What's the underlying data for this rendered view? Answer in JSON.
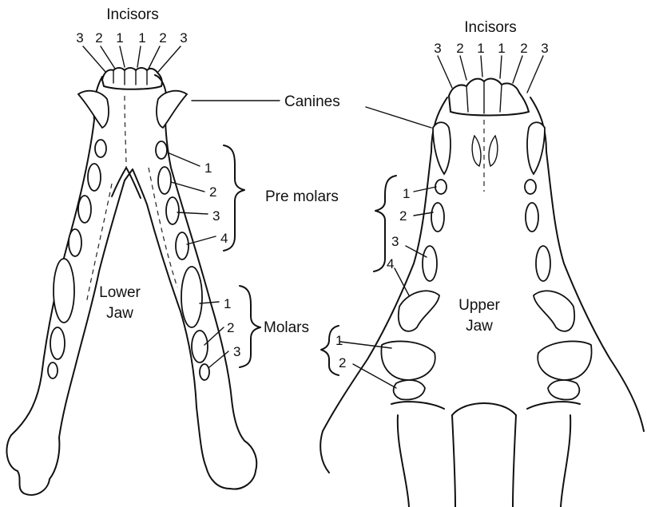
{
  "labels": {
    "incisors_left": "Incisors",
    "incisors_right": "Incisors",
    "canines": "Canines",
    "premolars": "Pre molars",
    "molars": "Molars",
    "lower_jaw_line1": "Lower",
    "lower_jaw_line2": "Jaw",
    "upper_jaw_line1": "Upper",
    "upper_jaw_line2": "Jaw"
  },
  "incisor_numbers_left": [
    "3",
    "2",
    "1",
    "1",
    "2",
    "3"
  ],
  "incisor_numbers_right": [
    "3",
    "2",
    "1",
    "1",
    "2",
    "3"
  ],
  "lower_premolar_numbers": [
    "1",
    "2",
    "3",
    "4"
  ],
  "lower_molar_numbers": [
    "1",
    "2",
    "3"
  ],
  "upper_premolar_numbers": [
    "1",
    "2",
    "3",
    "4"
  ],
  "upper_molar_numbers": [
    "1",
    "2"
  ]
}
